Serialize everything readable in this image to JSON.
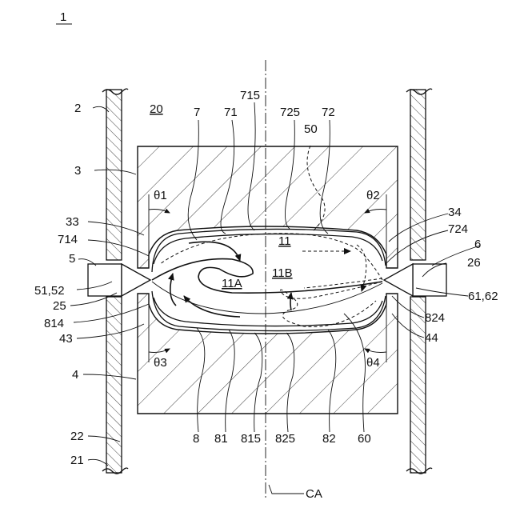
{
  "figure_number": "1",
  "labels": {
    "wall_left": "2",
    "wall_right_ref": "21",
    "wall_inner": "22",
    "space": "20",
    "block_top": "3",
    "block_bottom": "4",
    "gap_tl": "33",
    "gap_tr": "34",
    "gap_bl": "43",
    "gap_br": "44",
    "nozzle_left": "5",
    "nozzle_left_tip": "51,52",
    "nozzle_left_hole": "25",
    "nozzle_right": "6",
    "nozzle_right_tip": "61,62",
    "nozzle_right_hole": "26",
    "cavity": "11",
    "cavity_a": "11A",
    "cavity_b": "11B",
    "edge_tl": "714",
    "edge_tr": "724",
    "edge_bl": "814",
    "edge_br": "824",
    "upper_surface": "7",
    "upper_a": "71",
    "upper_mid": "715",
    "upper_b_mid": "725",
    "upper_b": "72",
    "weld_line": "50",
    "lower_surface": "8",
    "lower_a": "81",
    "lower_mid": "815",
    "lower_b_mid": "825",
    "lower_b": "82",
    "weld_line_lower": "60",
    "angle_1": "θ1",
    "angle_2": "θ2",
    "angle_3": "θ3",
    "angle_4": "θ4",
    "center_axis": "CA"
  }
}
